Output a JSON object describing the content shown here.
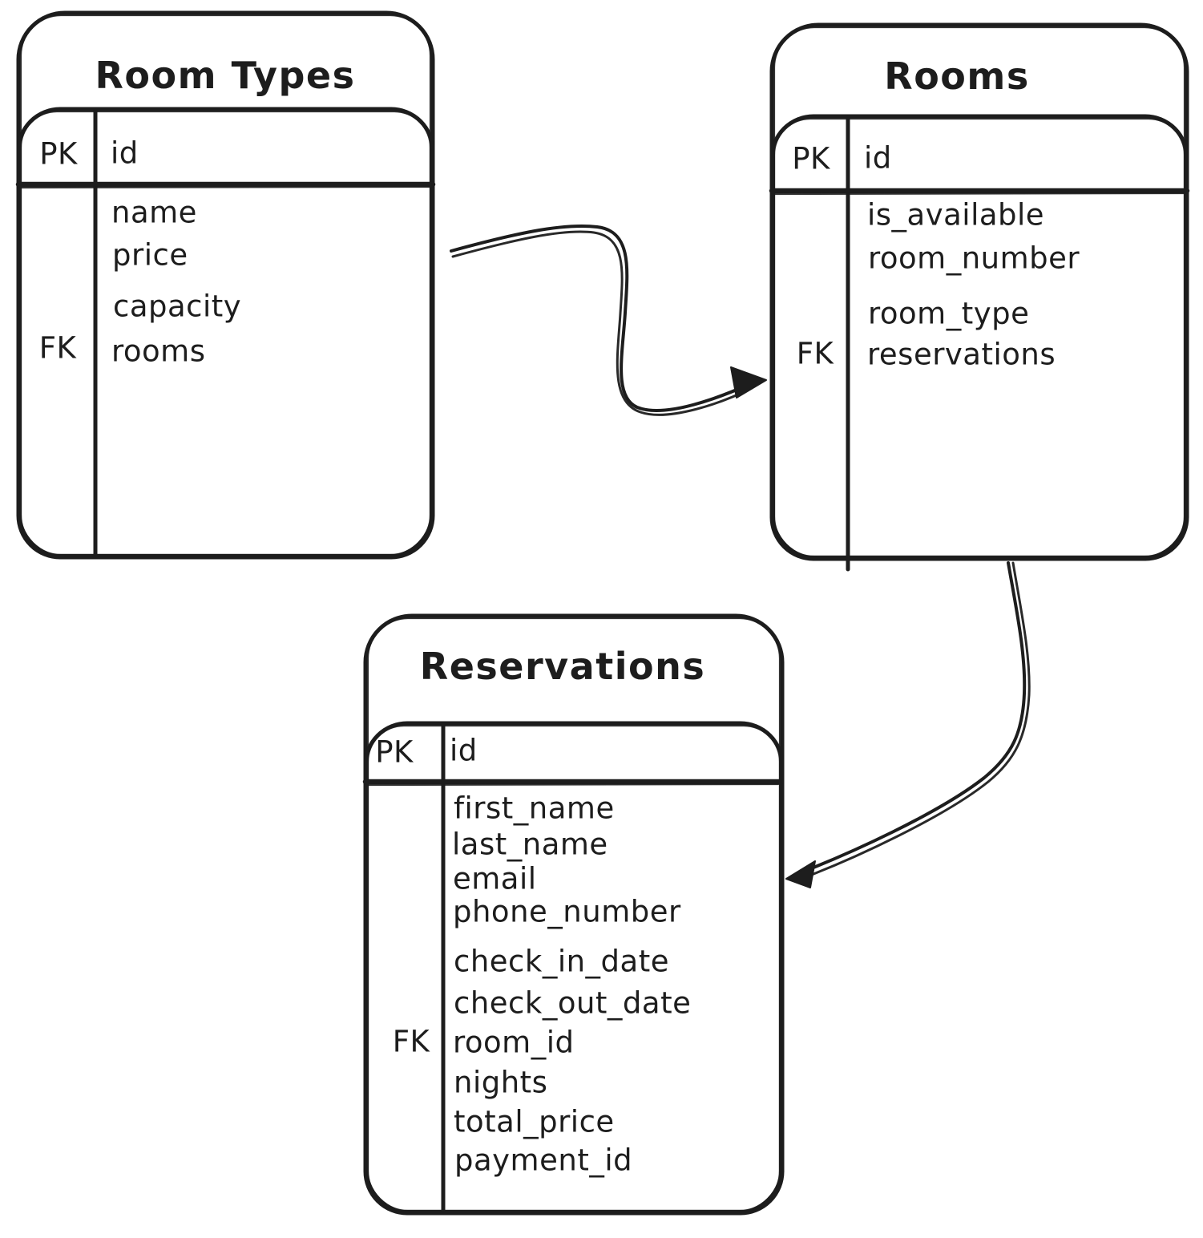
{
  "diagram": {
    "background_color": "#ffffff",
    "stroke_color": "#1d1d1d",
    "tables": [
      {
        "title": "Room Types",
        "pk_label": "PK",
        "pk_field": "id",
        "fk_label": "FK",
        "fk_field": "rooms",
        "fields": [
          "name",
          "price",
          "capacity",
          "rooms"
        ]
      },
      {
        "title": "Rooms",
        "pk_label": "PK",
        "pk_field": "id",
        "fk_label": "FK",
        "fk_field": "reservations",
        "fields": [
          "is_available",
          "room_number",
          "room_type",
          "reservations"
        ]
      },
      {
        "title": "Reservations",
        "pk_label": "PK",
        "pk_field": "id",
        "fk_label": "FK",
        "fk_field": "room_id",
        "fields": [
          "first_name",
          "last_name",
          "email",
          "phone_number",
          "check_in_date",
          "check_out_date",
          "room_id",
          "nights",
          "total_price",
          "payment_id"
        ]
      }
    ],
    "relationships": [
      {
        "from_table": "Room Types",
        "to_table": "Rooms"
      },
      {
        "from_table": "Rooms",
        "to_table": "Reservations"
      }
    ]
  }
}
